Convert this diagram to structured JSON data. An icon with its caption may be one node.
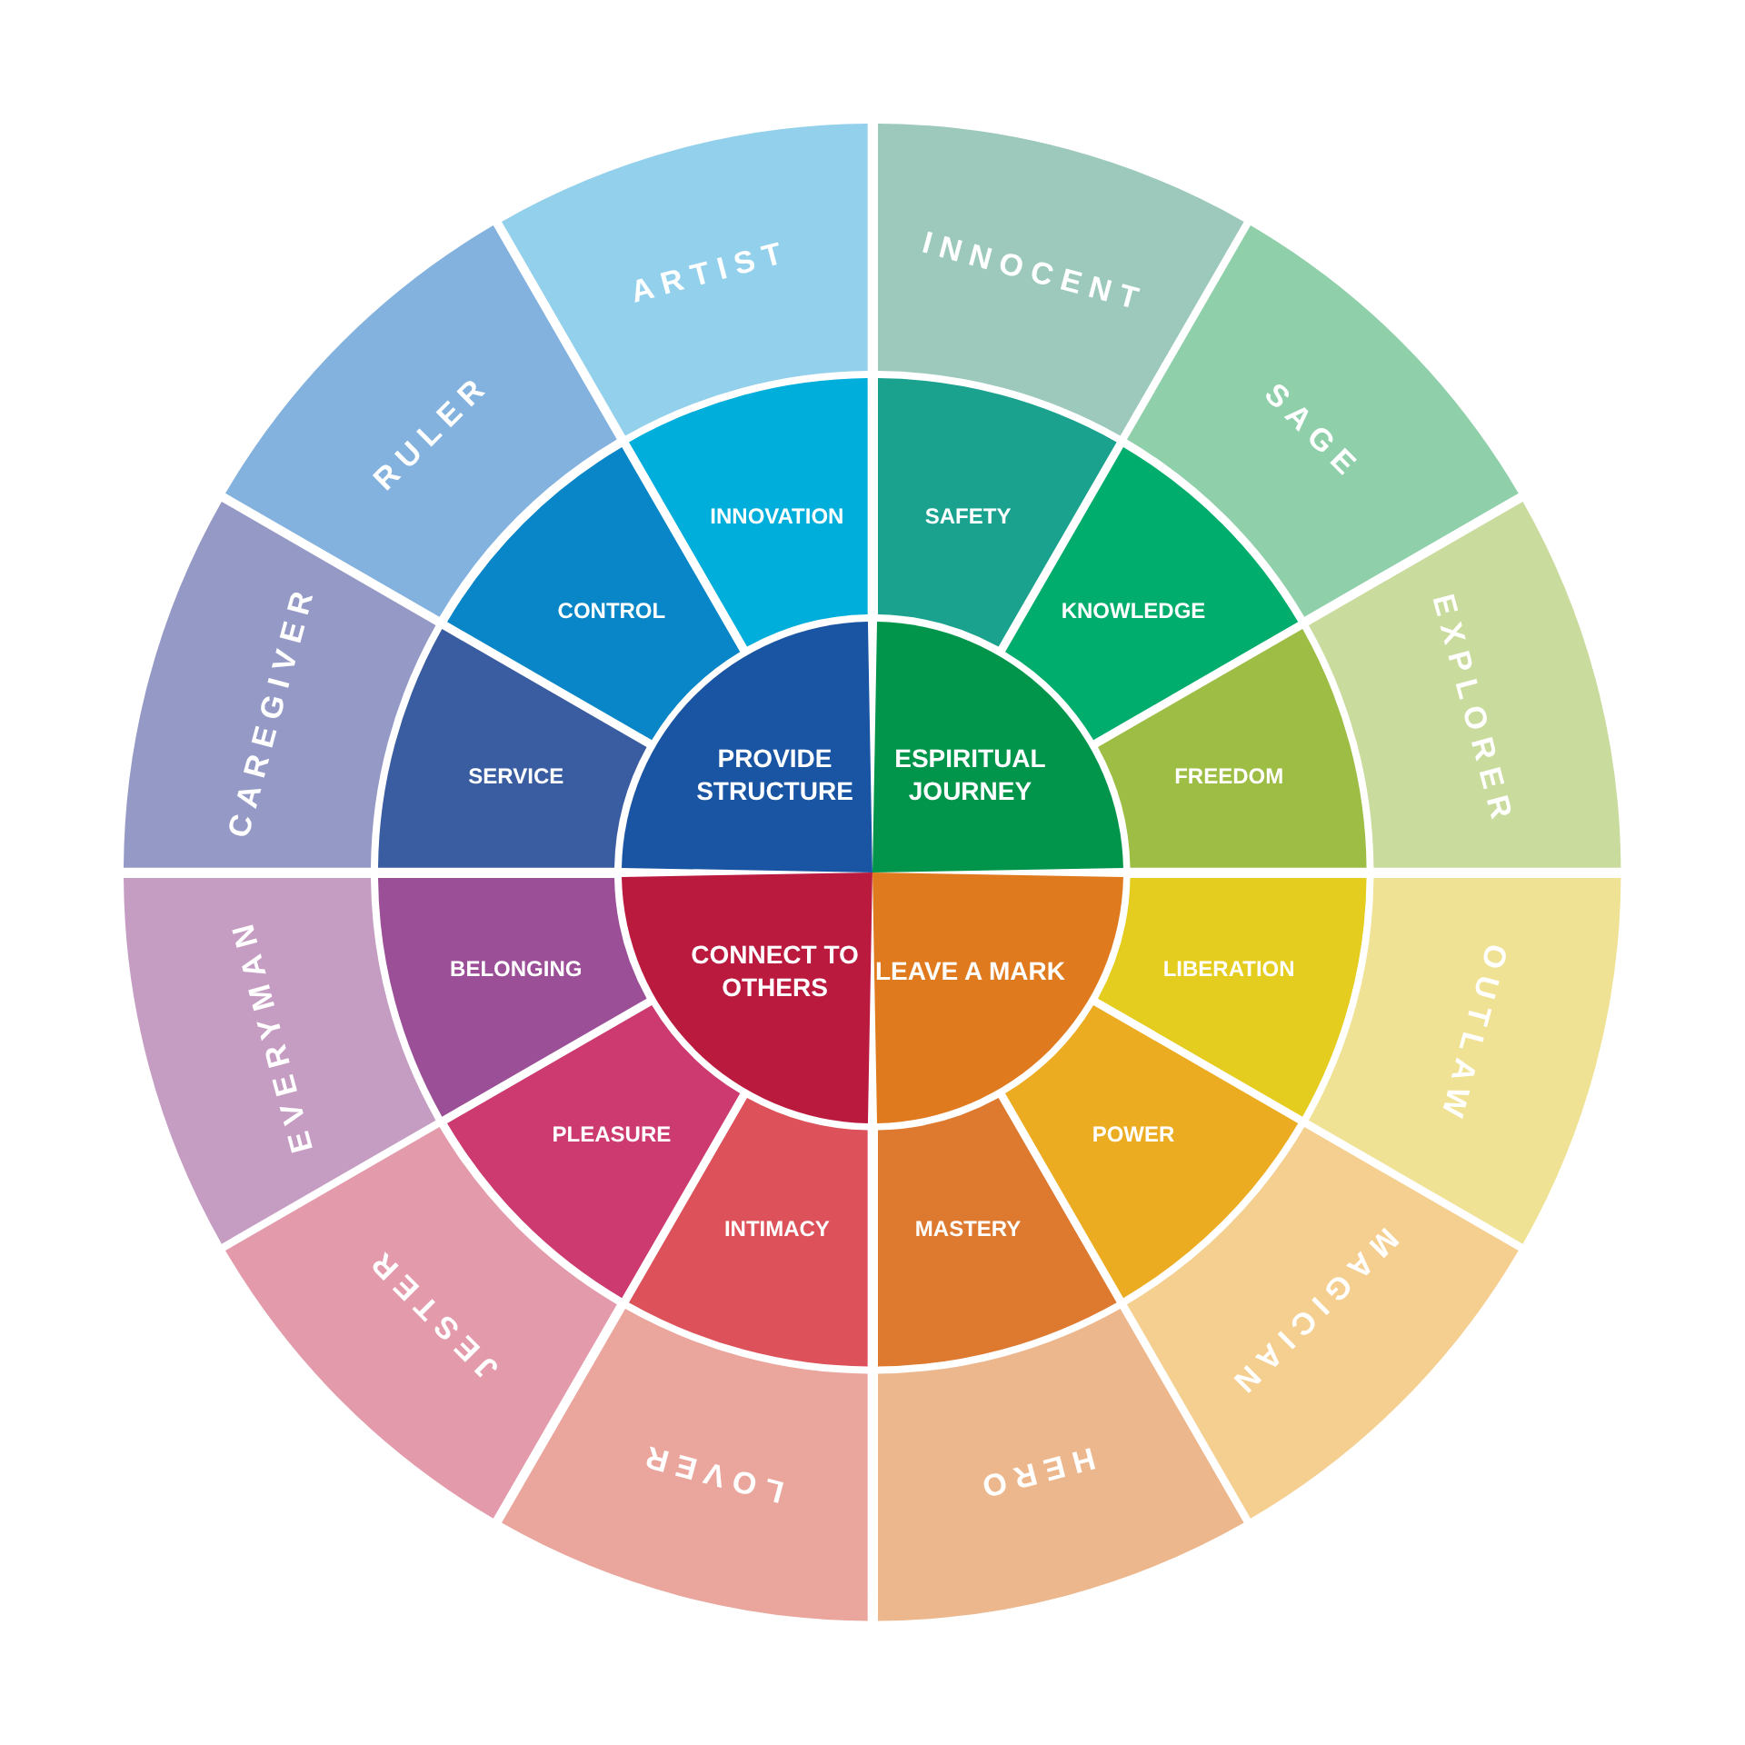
{
  "diagram": {
    "nodes": [
      {
        "text": [
          "INNOCENT"
        ]
      },
      {
        "text": [
          "SAGE"
        ]
      },
      {
        "text": [
          "EXPLORER"
        ]
      },
      {
        "text": [
          "OUTLAW"
        ]
      },
      {
        "text": [
          "MAGICIAN"
        ]
      },
      {
        "text": [
          "HERO"
        ]
      },
      {
        "text": [
          "LOVER"
        ]
      },
      {
        "text": [
          "JESTER"
        ]
      },
      {
        "text": [
          "EVERYMAN"
        ]
      },
      {
        "text": [
          "CAREGIVER"
        ]
      },
      {
        "text": [
          "RULER"
        ]
      },
      {
        "text": [
          "ARTIST"
        ]
      },
      {
        "text": [
          "SAFETY"
        ]
      },
      {
        "text": [
          "KNOWLEDGE"
        ]
      },
      {
        "text": [
          "FREEDOM"
        ]
      },
      {
        "text": [
          "LIBERATION"
        ]
      },
      {
        "text": [
          "POWER"
        ]
      },
      {
        "text": [
          "MASTERY"
        ]
      },
      {
        "text": [
          "INTIMACY"
        ]
      },
      {
        "text": [
          "PLEASURE"
        ]
      },
      {
        "text": [
          "BELONGING"
        ]
      },
      {
        "text": [
          "SERVICE"
        ]
      },
      {
        "text": [
          "CONTROL"
        ]
      },
      {
        "text": [
          "INNOVATION"
        ]
      },
      {
        "text": [
          "ESPIRITUAL JOURNEY"
        ]
      },
      {
        "text": [
          "LEAVE A MARK"
        ]
      },
      {
        "text": [
          "CONNECT TO OTHERS"
        ]
      },
      {
        "text": [
          "PROVIDE STRUCTURE"
        ]
      }
    ]
  }
}
